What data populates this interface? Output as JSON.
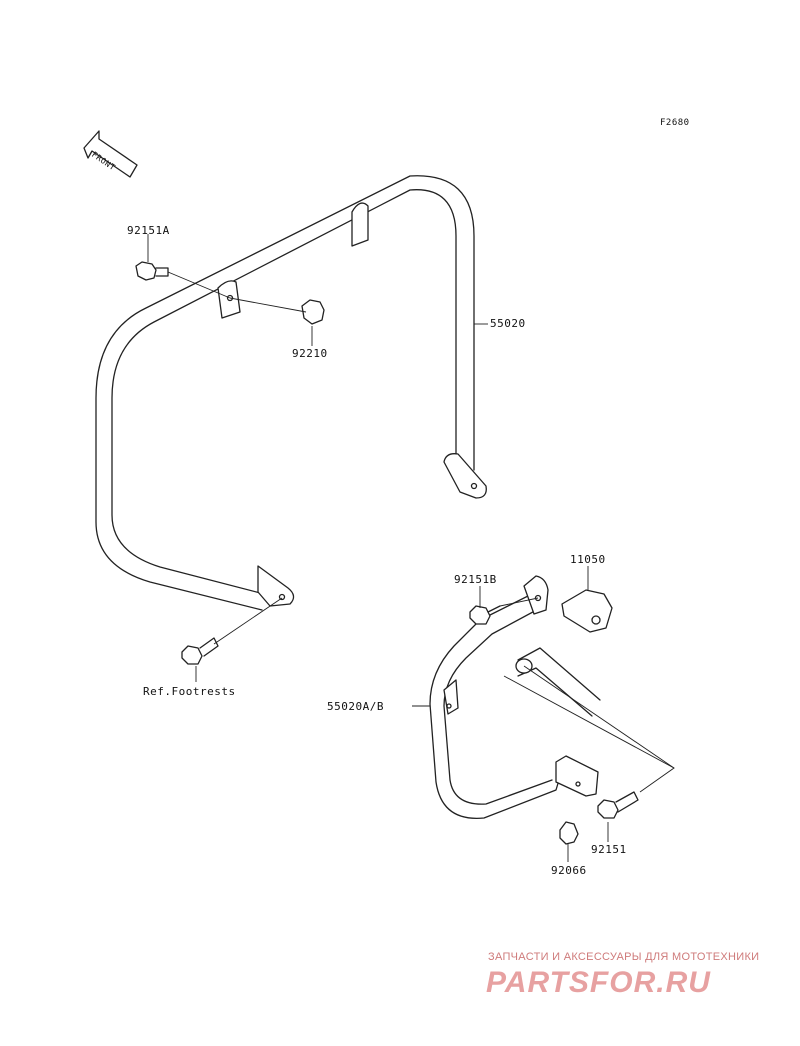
{
  "diagram": {
    "figure_code": "F2680",
    "front_arrow_text": "FRONT",
    "parts": [
      {
        "id": "bolt_a",
        "label": "92151A"
      },
      {
        "id": "nut",
        "label": "92210"
      },
      {
        "id": "upper_guard",
        "label": "55020"
      },
      {
        "id": "ref",
        "label": "Ref.Footrests"
      },
      {
        "id": "bolt_b",
        "label": "92151B"
      },
      {
        "id": "bracket",
        "label": "11050"
      },
      {
        "id": "lower_guard",
        "label": "55020A/B"
      },
      {
        "id": "bolt",
        "label": "92151"
      },
      {
        "id": "cap",
        "label": "92066"
      }
    ]
  },
  "watermark": {
    "tagline": "ЗАПЧАСТИ И АКСЕССУАРЫ ДЛЯ МОТОТЕХНИКИ",
    "logo": "PARTSFOR.RU"
  },
  "colors": {
    "line": "#222222",
    "watermark": "#e7a1a1"
  }
}
